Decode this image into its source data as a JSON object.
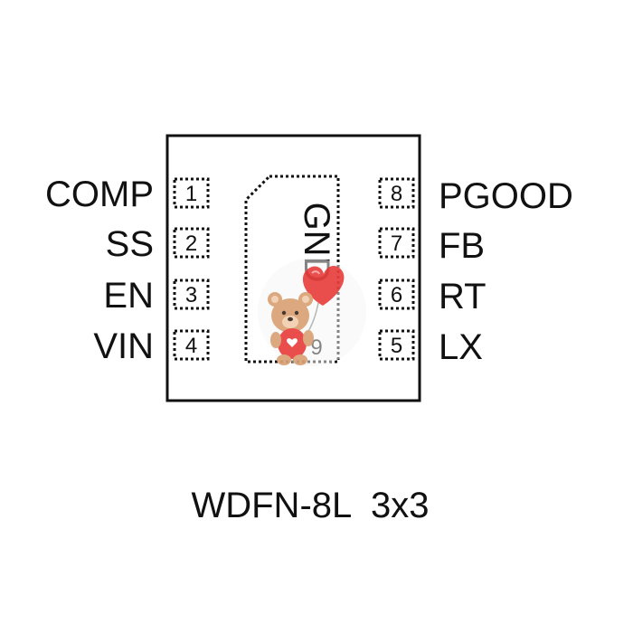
{
  "package": {
    "name": "WDFN-8L  3x3"
  },
  "pins": [
    {
      "number": "1",
      "name": "COMP",
      "side": "left"
    },
    {
      "number": "2",
      "name": "SS",
      "side": "left"
    },
    {
      "number": "3",
      "name": "EN",
      "side": "left"
    },
    {
      "number": "4",
      "name": "VIN",
      "side": "left"
    },
    {
      "number": "5",
      "name": "LX",
      "side": "right"
    },
    {
      "number": "6",
      "name": "RT",
      "side": "right"
    },
    {
      "number": "7",
      "name": "FB",
      "side": "right"
    },
    {
      "number": "8",
      "name": "PGOOD",
      "side": "right"
    }
  ],
  "exposed_pad": {
    "label": "GND",
    "number": "9"
  },
  "colors": {
    "outline": "#111111",
    "heart": "#e8413f",
    "bear": "#d9a276"
  },
  "decoration": {
    "icon": "teddy-bear-heart-icon"
  }
}
